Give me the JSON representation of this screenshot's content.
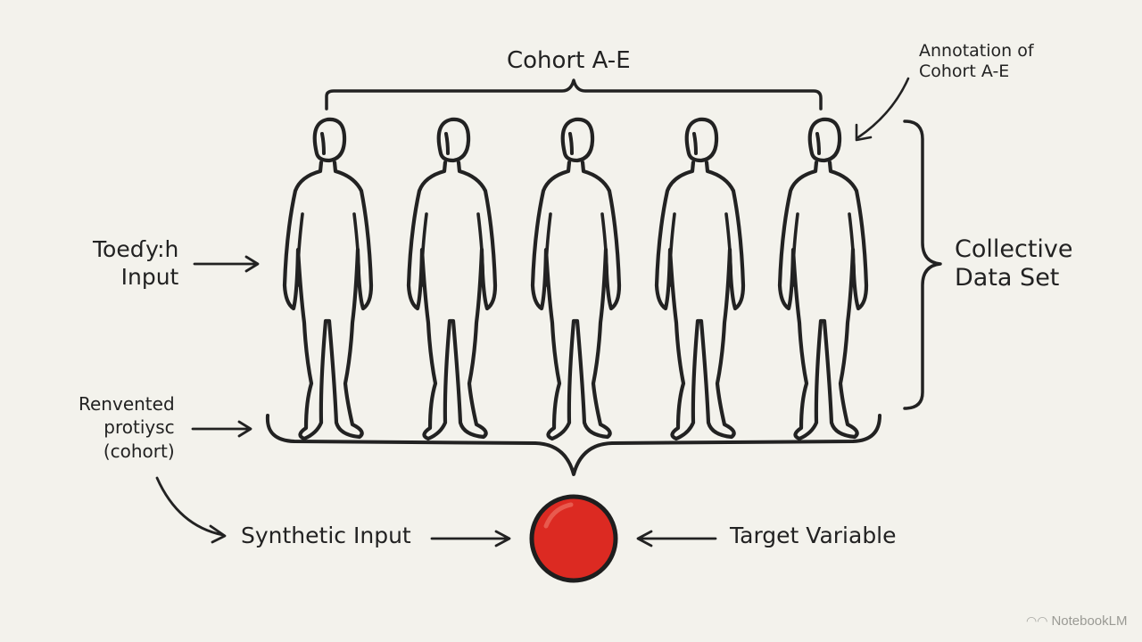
{
  "diagram": {
    "cohort_label": "Cohort A-E",
    "annotation": {
      "line1": "Annotation of",
      "line2": "Cohort A-E"
    },
    "touch_input": {
      "line1": "Toeɗy:h",
      "line2": "Input"
    },
    "collective": {
      "line1": "Collective",
      "line2": "Data Set"
    },
    "renvented": {
      "line1": "Renvented",
      "line2": "protiysc",
      "line3": "(cohort)"
    },
    "synthetic_input": "Synthetic Input",
    "target_variable": "Target Variable",
    "figure_count": 5,
    "figure_icon": "person-icon",
    "target_color": "#dc2a22"
  },
  "watermark": {
    "icon": "notebooklm-icon",
    "text": "NotebookLM"
  }
}
